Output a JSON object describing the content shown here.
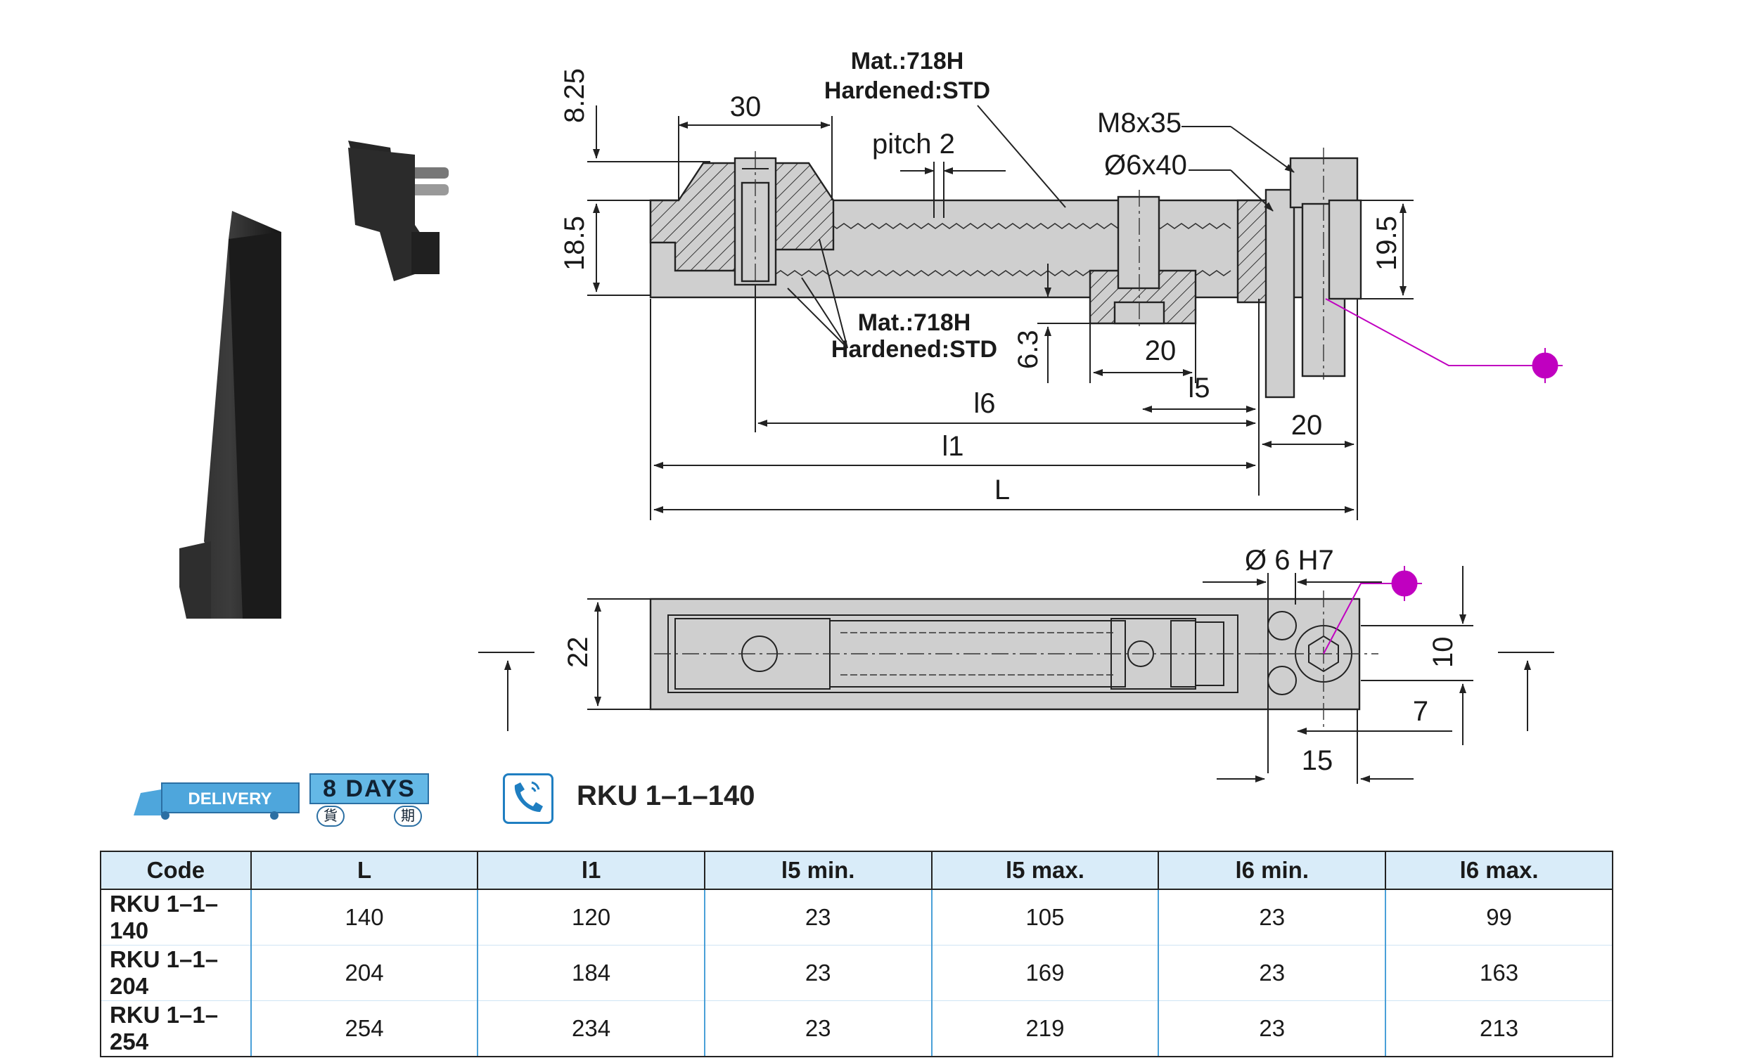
{
  "drawing": {
    "side_view": {
      "material_top_line1": "Mat.:718H",
      "material_top_line2": "Hardened:STD",
      "material_bottom_line1": "Mat.:718H",
      "material_bottom_line2": "Hardened:STD",
      "dim_8_25": "8.25",
      "dim_30": "30",
      "dim_pitch": "pitch 2",
      "dim_18_5": "18.5",
      "dim_m8x35": "M8x35",
      "dim_d6x40": "Ø6x40",
      "dim_19_5": "19.5",
      "dim_6_3": "6.3",
      "dim_20_a": "20",
      "dim_l5": "l5",
      "dim_l6": "l6",
      "dim_20_b": "20",
      "dim_l1": "l1",
      "dim_L": "L"
    },
    "top_view": {
      "dim_d6h7": "Ø 6 H7",
      "dim_22": "22",
      "dim_10": "10",
      "dim_7": "7",
      "dim_15": "15"
    }
  },
  "badge": {
    "delivery_label": "DELIVERY",
    "days_label": "8  DAYS",
    "chip_left": "貨",
    "chip_right": "期"
  },
  "product_code": "RKU 1–1–140",
  "table": {
    "headers": [
      "Code",
      "L",
      "l1",
      "l5 min.",
      "l5 max.",
      "l6 min.",
      "l6 max."
    ],
    "rows": [
      [
        "RKU 1–1–140",
        "140",
        "120",
        "23",
        "105",
        "23",
        "99"
      ],
      [
        "RKU 1–1–204",
        "204",
        "184",
        "23",
        "169",
        "23",
        "163"
      ],
      [
        "RKU 1–1–254",
        "254",
        "234",
        "23",
        "219",
        "23",
        "213"
      ]
    ]
  },
  "colors": {
    "header_bg": "#d9ecf9",
    "accent_blue": "#64b8e6",
    "marker_magenta": "#c000c0"
  }
}
